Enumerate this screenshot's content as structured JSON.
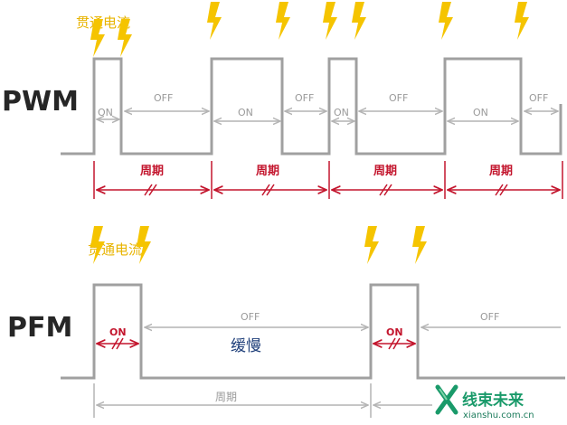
{
  "pwm": {
    "title": "PWM",
    "current_label": "贯通电流",
    "on_label": "ON",
    "off_label": "OFF",
    "period_label": "周期"
  },
  "pfm": {
    "title": "PFM",
    "current_label": "贯通电流",
    "on_label": "ON",
    "off_label": "OFF",
    "slow_label": "缓慢",
    "period_label": "周期"
  },
  "watermark": {
    "text": "线束未来",
    "url": "xianshu.com.cn"
  },
  "colors": {
    "wave": "#a0a0a0",
    "bolt": "#f5c400",
    "red": "#c3152d",
    "gray_arrow": "#b4b4b4",
    "brand": "#1a9a6a"
  }
}
